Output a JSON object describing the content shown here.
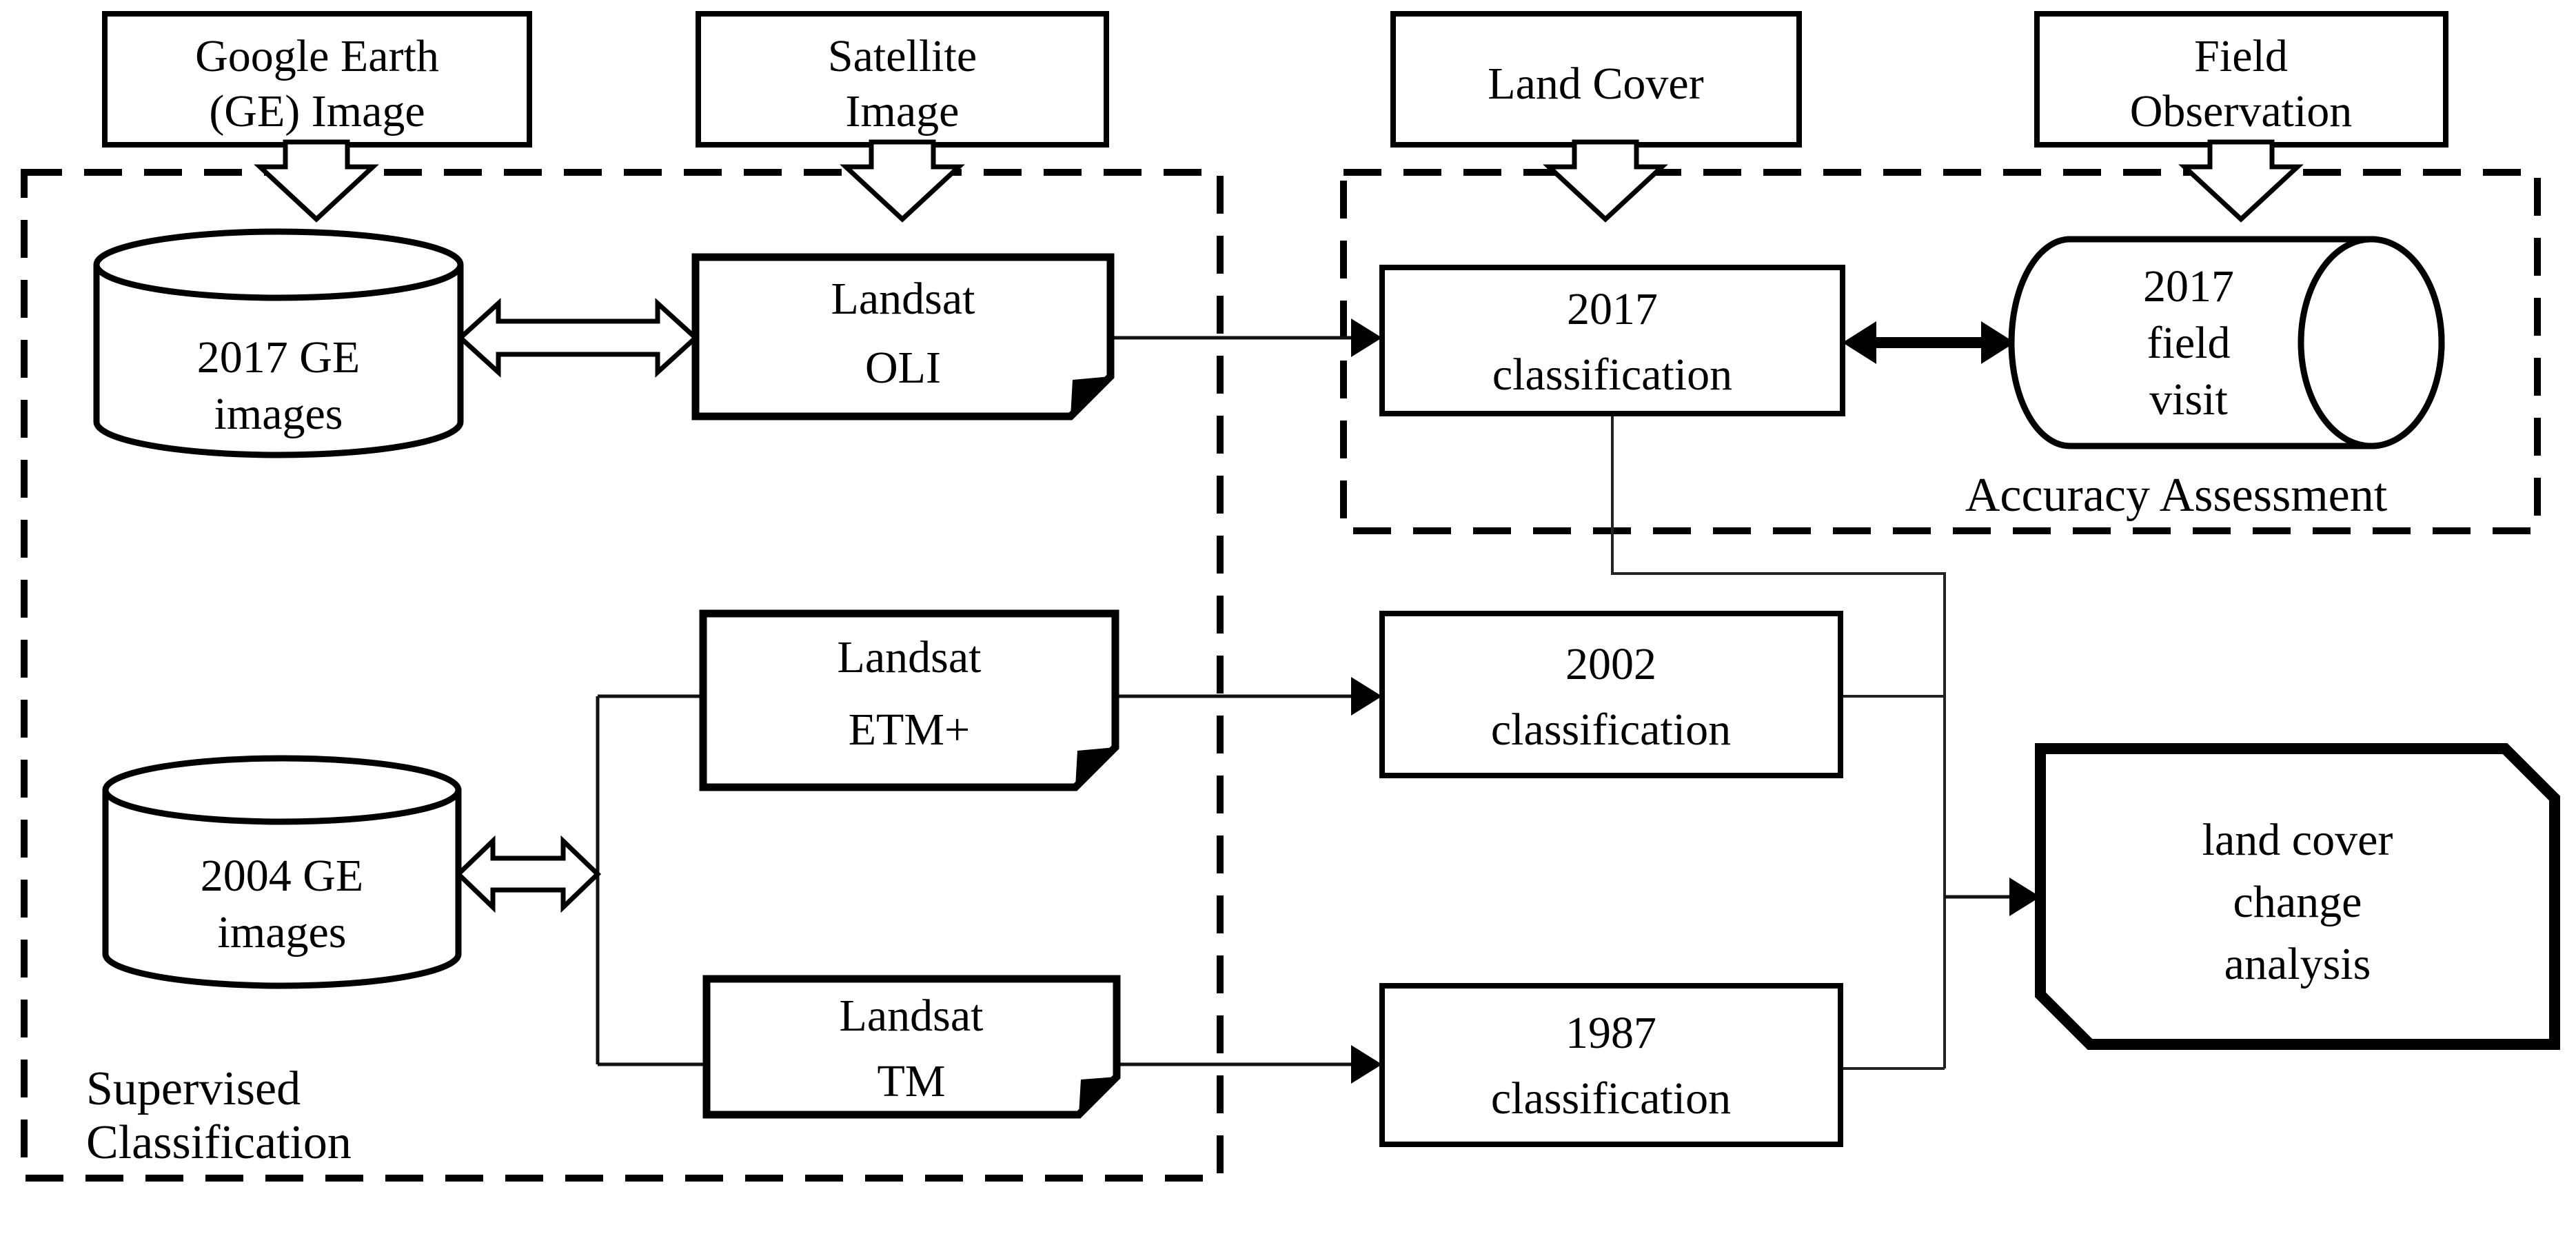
{
  "diagram": {
    "inputs": {
      "google_earth": {
        "line1": "Google Earth",
        "line2": "(GE) Image"
      },
      "satellite": {
        "line1": "Satellite",
        "line2": "Image"
      },
      "land_cover": {
        "line1": "Land Cover"
      },
      "field_observation": {
        "line1": "Field",
        "line2": "Observation"
      }
    },
    "supervised_container": {
      "label_line1": "Supervised",
      "label_line2": "Classification"
    },
    "accuracy_container": {
      "label": "Accuracy Assessment"
    },
    "datastores": {
      "ge_2017": {
        "line1": "2017 GE",
        "line2": "images"
      },
      "ge_2004": {
        "line1": "2004 GE",
        "line2": "images"
      },
      "field_visit_2017": {
        "line1": "2017",
        "line2": "field",
        "line3": "visit"
      }
    },
    "documents": {
      "landsat_oli": {
        "line1": "Landsat",
        "line2": "OLI"
      },
      "landsat_etm": {
        "line1": "Landsat",
        "line2": "ETM+"
      },
      "landsat_tm": {
        "line1": "Landsat",
        "line2": "TM"
      }
    },
    "processes": {
      "classification_2017": {
        "line1": "2017",
        "line2": "classification"
      },
      "classification_2002": {
        "line1": "2002",
        "line2": "classification"
      },
      "classification_1987": {
        "line1": "1987",
        "line2": "classification"
      }
    },
    "output": {
      "line1": "land cover",
      "line2": "change",
      "line3": "analysis"
    },
    "colors": {
      "ink": "#000000",
      "paper": "#ffffff"
    }
  }
}
